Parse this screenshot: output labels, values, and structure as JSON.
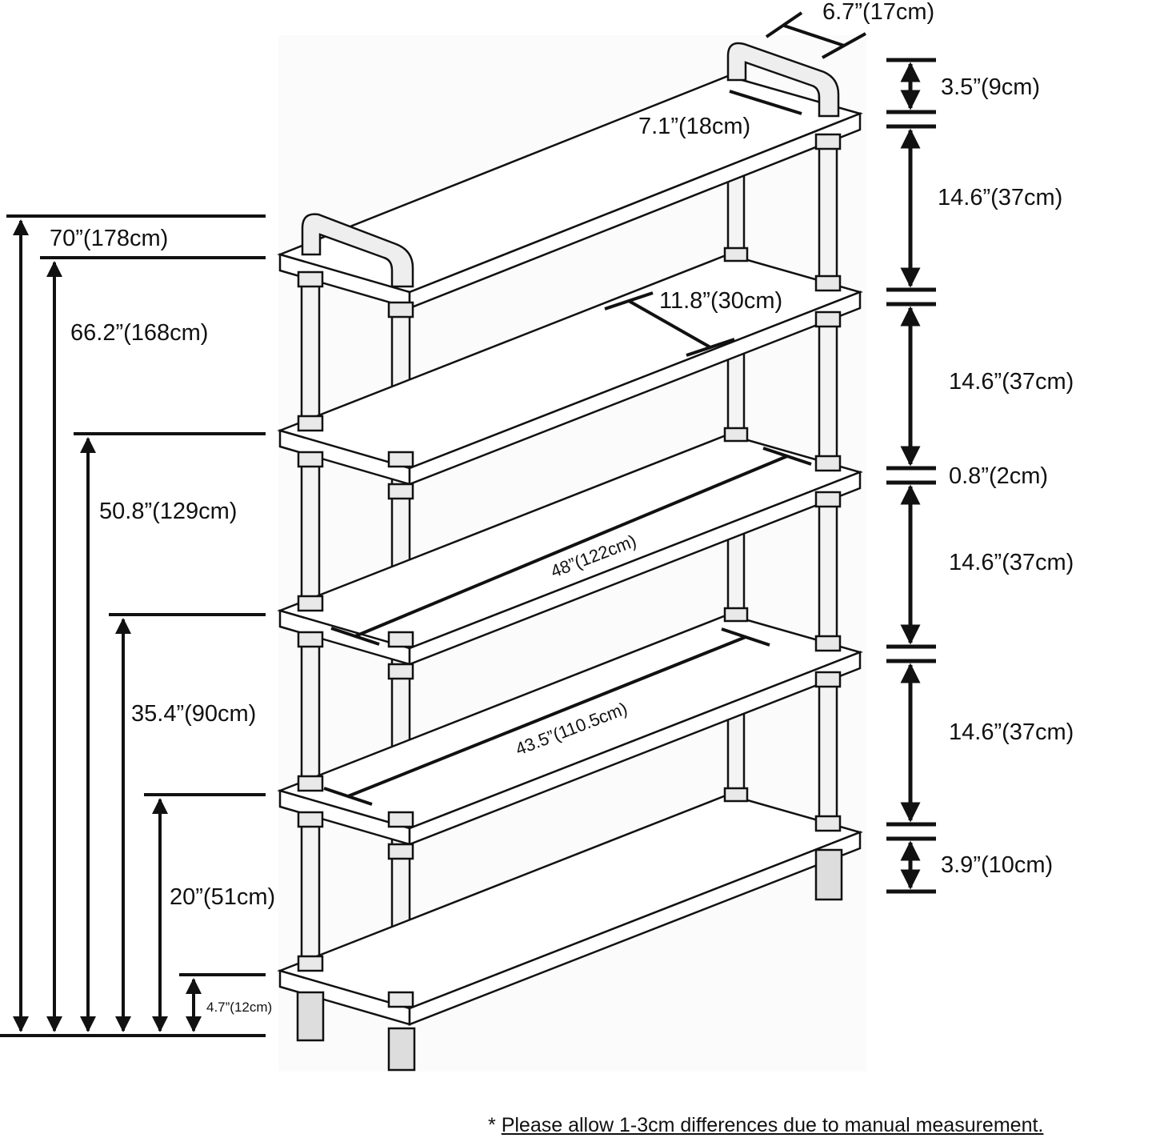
{
  "dimensions": {
    "top_depth": "6.7”(17cm)",
    "top_rail_height": "3.5”(9cm)",
    "rail_inset": "7.1”(18cm)",
    "gap_1": "14.6”(37cm)",
    "shelf_depth": "11.8”(30cm)",
    "gap_2": "14.6”(37cm)",
    "board_thickness": "0.8”(2cm)",
    "gap_3": "14.6”(37cm)",
    "gap_4": "14.6”(37cm)",
    "foot_height_right": "3.9”(10cm)",
    "total_height": "70”(178cm)",
    "shelf5_height": "66.2”(168cm)",
    "shelf4_height": "50.8”(129cm)",
    "shelf3_height": "35.4”(90cm)",
    "shelf2_height": "20”(51cm)",
    "shelf1_height": "4.7”(12cm)",
    "width_outer": "48”(122cm)",
    "width_inner": "43.5”(110.5cm)"
  },
  "note": {
    "asterisk": "*",
    "text": "Please allow 1-3cm differences due to manual measurement."
  }
}
